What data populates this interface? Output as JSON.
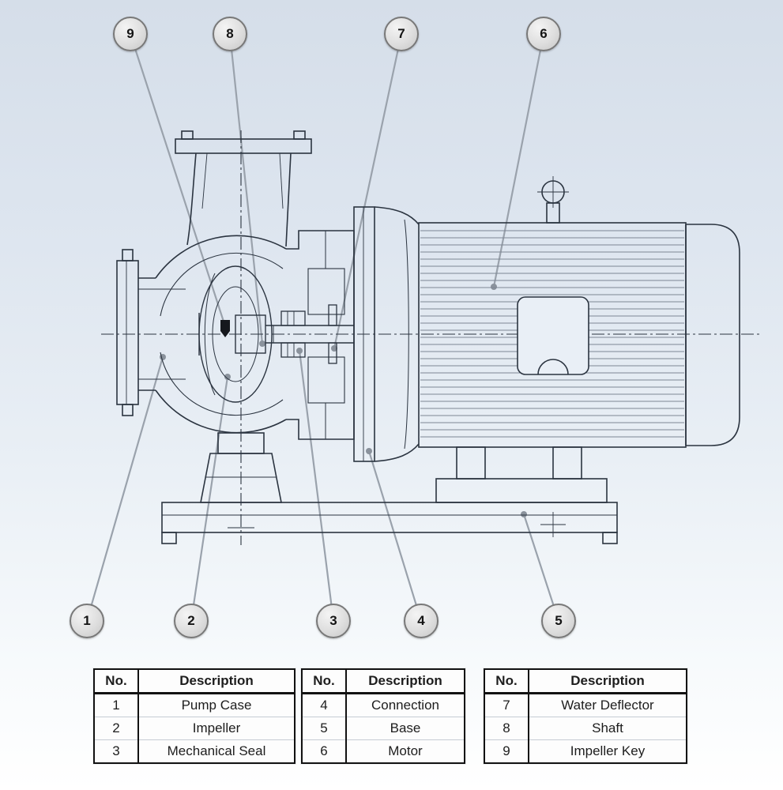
{
  "callouts": [
    {
      "label": "1"
    },
    {
      "label": "2"
    },
    {
      "label": "3"
    },
    {
      "label": "4"
    },
    {
      "label": "5"
    },
    {
      "label": "6"
    },
    {
      "label": "7"
    },
    {
      "label": "8"
    },
    {
      "label": "9"
    }
  ],
  "tables": [
    {
      "headers": {
        "no": "No.",
        "description": "Description"
      },
      "rows": [
        {
          "no": "1",
          "description": "Pump Case"
        },
        {
          "no": "2",
          "description": "Impeller"
        },
        {
          "no": "3",
          "description": "Mechanical Seal"
        }
      ]
    },
    {
      "headers": {
        "no": "No.",
        "description": "Description"
      },
      "rows": [
        {
          "no": "4",
          "description": "Connection"
        },
        {
          "no": "5",
          "description": "Base"
        },
        {
          "no": "6",
          "description": "Motor"
        }
      ]
    },
    {
      "headers": {
        "no": "No.",
        "description": "Description"
      },
      "rows": [
        {
          "no": "7",
          "description": "Water Deflector"
        },
        {
          "no": "8",
          "description": "Shaft"
        },
        {
          "no": "9",
          "description": "Impeller Key"
        }
      ]
    }
  ],
  "colors": {
    "drawing_line": "#2b3440",
    "fin_line": "#7d8794",
    "leader_line": "#9aa2ac",
    "callout_fill": "#dedede",
    "callout_border": "#787878"
  }
}
